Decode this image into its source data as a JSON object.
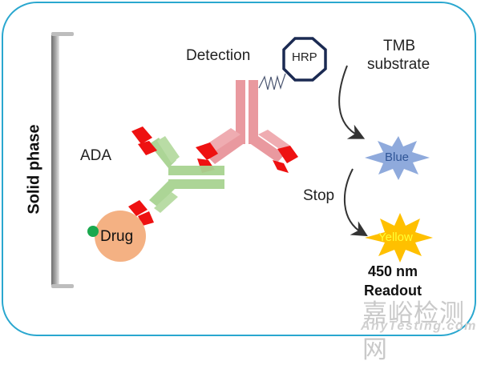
{
  "labels": {
    "solid_phase": "Solid phase",
    "detection": "Detection",
    "ada": "ADA",
    "drug": "Drug",
    "hrp": "HRP",
    "tmb_line1": "TMB",
    "tmb_line2": "substrate",
    "blue": "Blue",
    "stop": "Stop",
    "yellow": "Yellow",
    "readout_line1": "450 nm",
    "readout_line2": "Readout"
  },
  "watermark": {
    "chinese": "嘉峪检测网",
    "english": "AnyTesting.com"
  },
  "colors": {
    "frame": "#2aa7cf",
    "detection_antibody": "#e8949a",
    "ada_antibody": "#a8d391",
    "binding_site": "#ee1111",
    "drug": "#f4b183",
    "drug_marker": "#1aa84e",
    "hrp_outline": "#1b2a52",
    "blue_burst": "#8faadc",
    "yellow_burst": "#ffc000"
  }
}
